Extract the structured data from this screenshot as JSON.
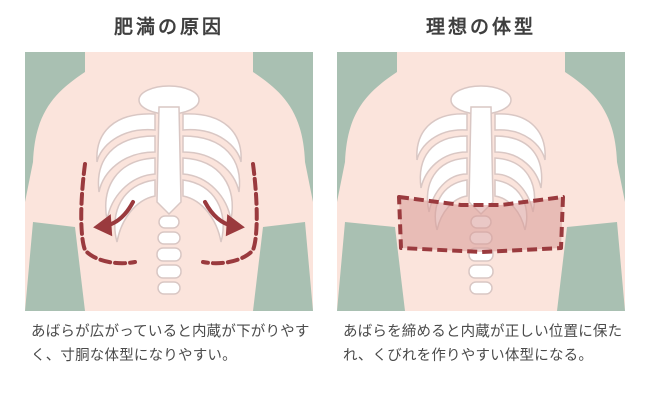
{
  "panels": [
    {
      "title": "肥満の原因",
      "caption": "あばらが広がっていると内蔵が下がりやすく、寸胴な体型になりやすい。"
    },
    {
      "title": "理想の体型",
      "caption": "あばらを締めると内蔵が正しい位置に保たれ、くびれを作りやすい体型になる。"
    }
  ],
  "colors": {
    "background_green": "#a9c0b2",
    "skin": "#fbe4dc",
    "bone": "#ffffff",
    "bone_outline": "#d9c7c4",
    "accent": "#9a3a3e",
    "accent_fill": "#d89a98"
  }
}
